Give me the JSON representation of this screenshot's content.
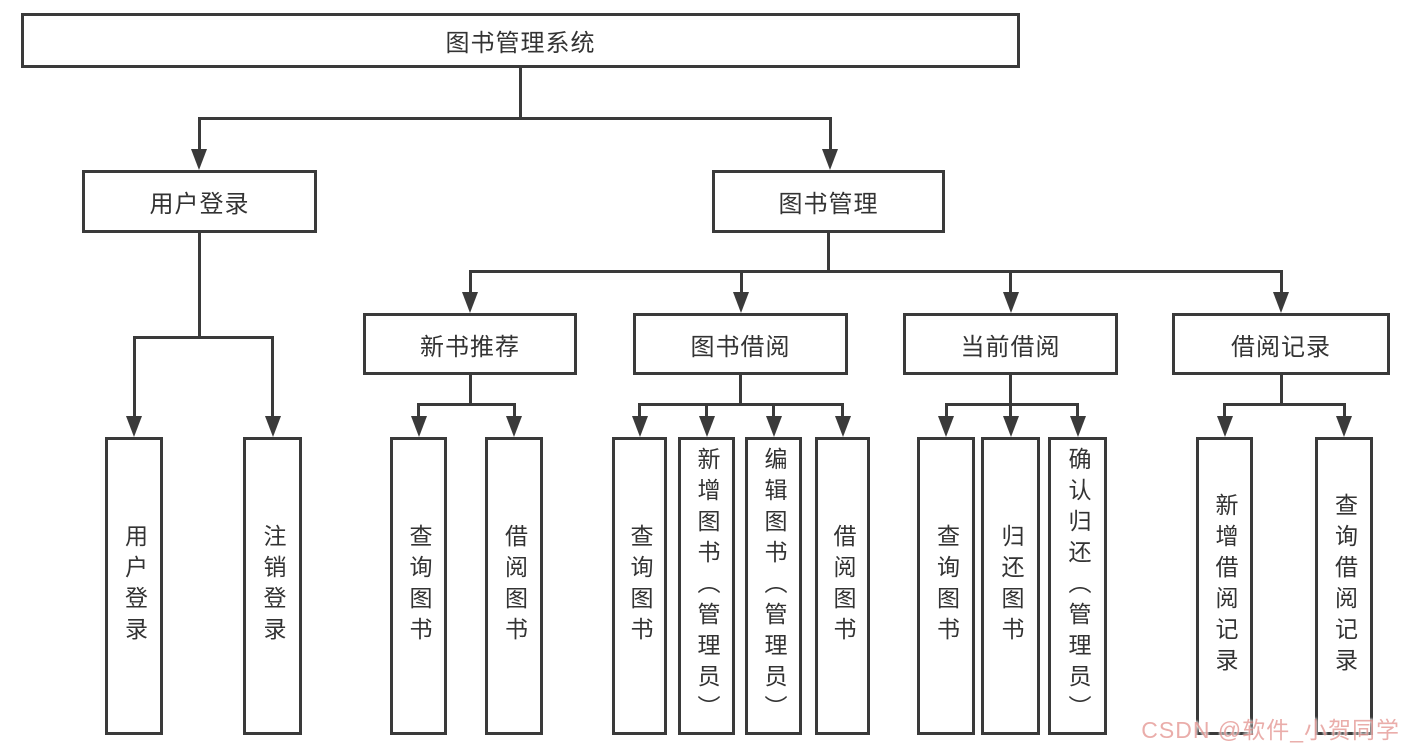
{
  "diagram": {
    "title": "图书管理系统",
    "colors": {
      "line": "#3a3a3a",
      "box_border": "#3a3a3a",
      "text": "#333333",
      "watermark_text": "#d96a65",
      "background": "#ffffff"
    },
    "tree": {
      "root": {
        "label": "图书管理系统"
      },
      "branches": [
        {
          "label": "用户登录",
          "leaves": [
            {
              "label": "用户登录"
            },
            {
              "label": "注销登录"
            }
          ]
        },
        {
          "label": "图书管理",
          "sections": [
            {
              "label": "新书推荐",
              "leaves": [
                {
                  "label": "查询图书"
                },
                {
                  "label": "借阅图书"
                }
              ]
            },
            {
              "label": "图书借阅",
              "leaves": [
                {
                  "label": "查询图书"
                },
                {
                  "label": "新增图书（管理员）"
                },
                {
                  "label": "编辑图书（管理员）"
                },
                {
                  "label": "借阅图书"
                }
              ]
            },
            {
              "label": "当前借阅",
              "leaves": [
                {
                  "label": "查询图书"
                },
                {
                  "label": "归还图书"
                },
                {
                  "label": "确认归还（管理员）"
                }
              ]
            },
            {
              "label": "借阅记录",
              "leaves": [
                {
                  "label": "新增借阅记录"
                },
                {
                  "label": "查询借阅记录"
                }
              ]
            }
          ]
        }
      ]
    }
  },
  "watermark": {
    "text": "CSDN @软件_小贺同学"
  }
}
